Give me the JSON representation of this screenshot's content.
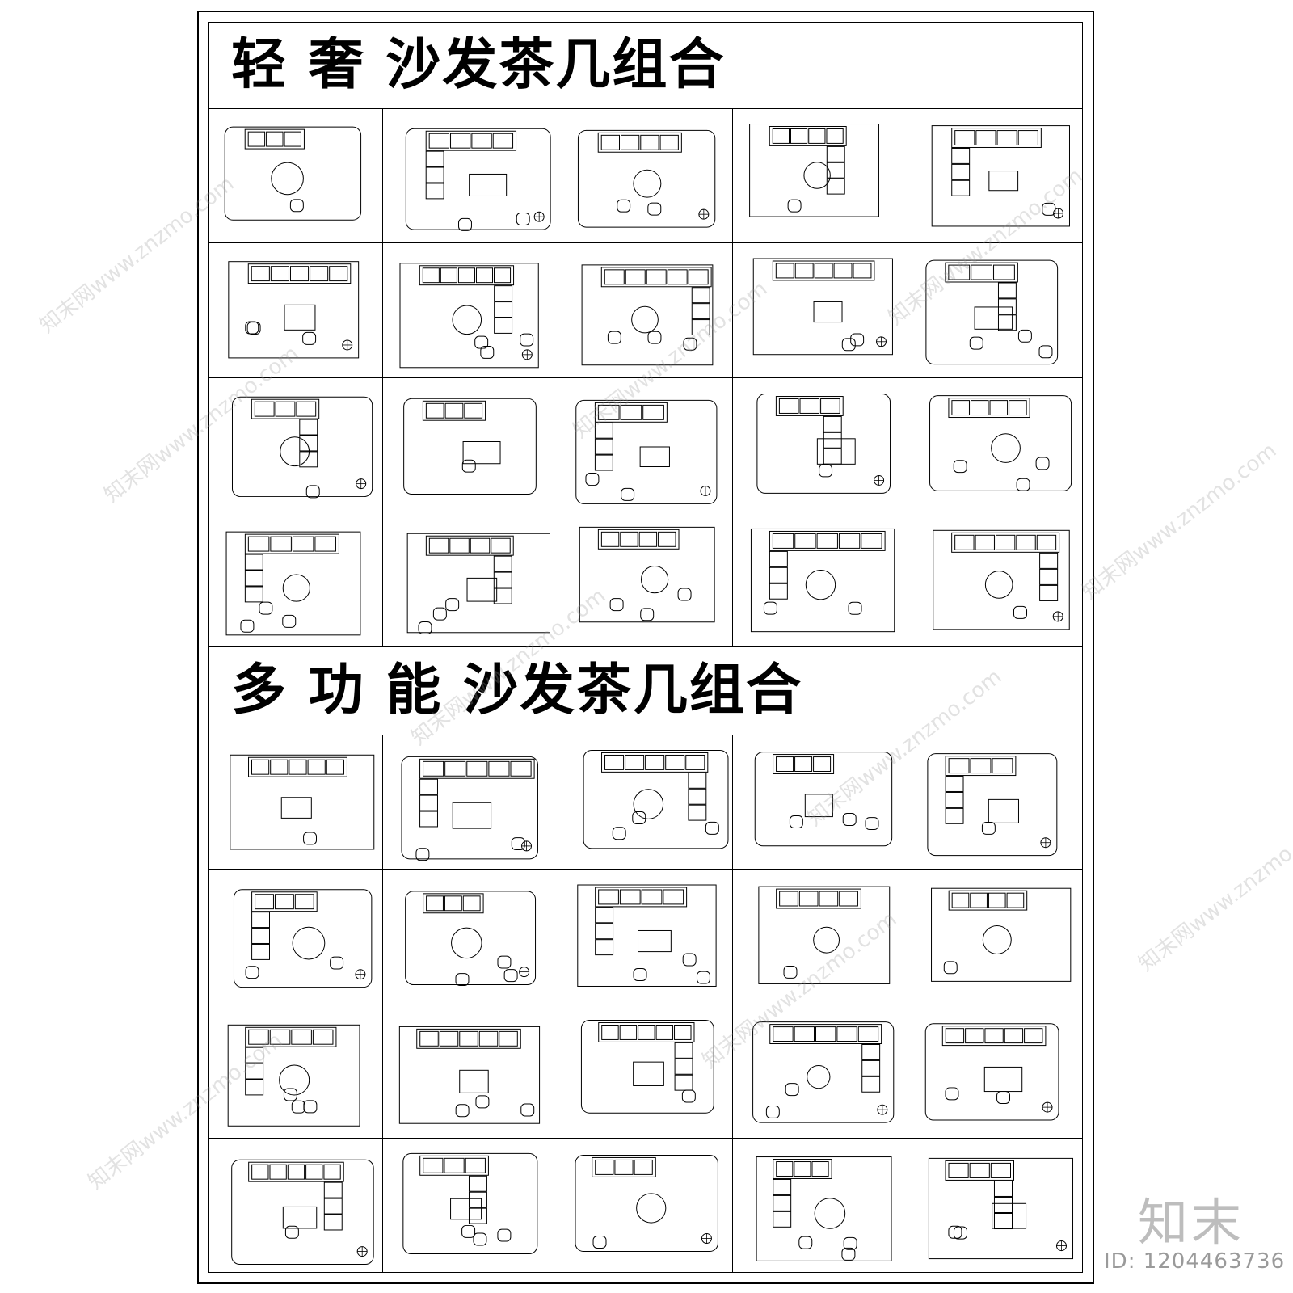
{
  "sections": [
    {
      "title": "轻 奢 沙发茶几组合"
    },
    {
      "title": "多 功 能 沙发茶几组合"
    }
  ],
  "watermark": {
    "text": "知末网www.znzmo.com"
  },
  "brand": {
    "logo_text": "知末",
    "id_text": "ID: 1204463736"
  }
}
